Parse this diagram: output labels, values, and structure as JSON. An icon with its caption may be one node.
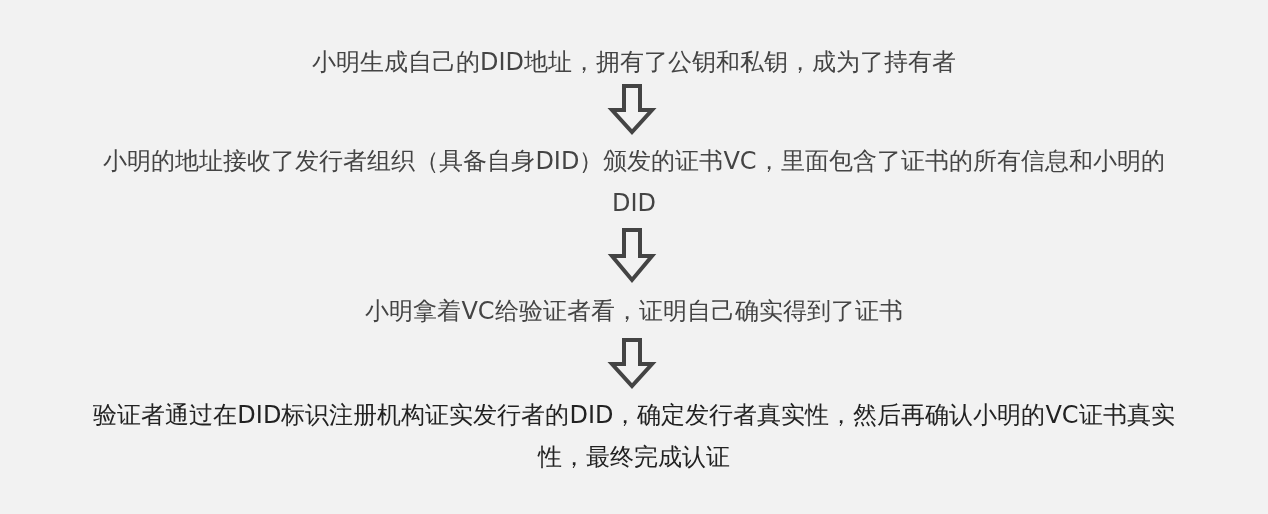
{
  "diagram": {
    "nodes": [
      {
        "text": [
          "小明生成自己的DID地址，拥有了公钥和私钥，成为了持有者"
        ]
      },
      {
        "text": [
          "小明的地址接收了发行者组织（具备自身DID）颁发的证书VC，里面包含了证书的所有信息和小明的DID"
        ]
      },
      {
        "text": [
          "小明拿着VC给验证者看，证明自己确实得到了证书"
        ]
      },
      {
        "text": [
          "验证者通过在DID标识注册机构证实发行者的DID，确定发行者真实性，然后再确认小明的VC证书真实性，最终完成认证"
        ]
      }
    ],
    "edges": [
      {
        "from": 0,
        "to": 1,
        "arrow": "to"
      },
      {
        "from": 1,
        "to": 2,
        "arrow": "to"
      },
      {
        "from": 2,
        "to": 3,
        "arrow": "to"
      }
    ]
  }
}
